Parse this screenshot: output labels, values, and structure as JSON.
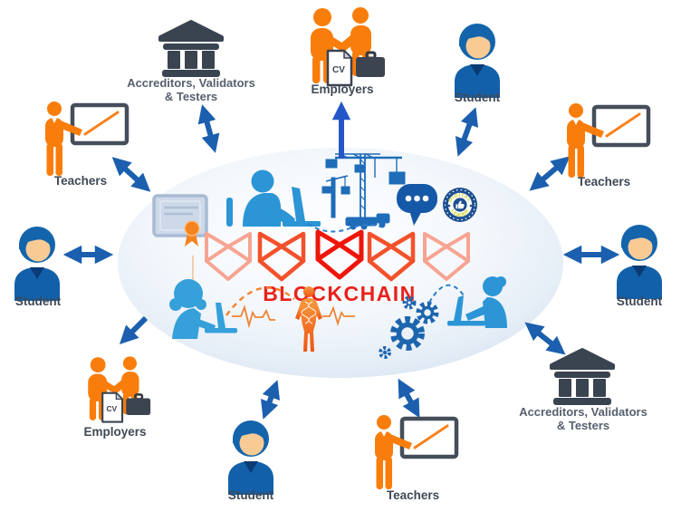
{
  "center": {
    "title": "BLOCKCHAIN",
    "badge": {
      "top": "DIGITAL",
      "bottom": "LEADER"
    },
    "icons": [
      "certificate-icon",
      "person-at-laptop-icon",
      "construction-crane-icon",
      "chat-bubble-icon",
      "digital-leader-badge-icon",
      "blockchain-cubes-icon",
      "woman-at-laptop-icon",
      "human-body-dna-icon",
      "ecg-heartbeat-icon",
      "gears-icon",
      "person-at-laptop-right-icon"
    ]
  },
  "labels": {
    "employers": "Employers",
    "student": "Student",
    "teachers": "Teachers",
    "accreditors_line1": "Accreditors, Validators",
    "accreditors_line2": "& Testers",
    "cv": "CV"
  },
  "nodes": [
    {
      "position": "top-left-center",
      "type": "accreditors",
      "icon": "bank-icon"
    },
    {
      "position": "top-center",
      "type": "employers",
      "icon": "handshake-cv-briefcase-icon"
    },
    {
      "position": "top-right-center",
      "type": "student",
      "icon": "student-avatar-icon"
    },
    {
      "position": "right-upper",
      "type": "teachers",
      "icon": "teacher-whiteboard-icon"
    },
    {
      "position": "right-middle",
      "type": "student",
      "icon": "student-avatar-icon"
    },
    {
      "position": "bottom-right",
      "type": "accreditors",
      "icon": "bank-icon"
    },
    {
      "position": "bottom-right-center",
      "type": "teachers",
      "icon": "teacher-whiteboard-icon"
    },
    {
      "position": "bottom-center",
      "type": "student",
      "icon": "student-avatar-icon"
    },
    {
      "position": "bottom-left",
      "type": "employers",
      "icon": "handshake-cv-briefcase-icon"
    },
    {
      "position": "left-middle",
      "type": "student",
      "icon": "student-avatar-icon"
    },
    {
      "position": "top-left",
      "type": "teachers",
      "icon": "teacher-whiteboard-icon"
    }
  ],
  "arrows": [
    {
      "from": "blockchain",
      "to": "accreditors-top",
      "bidirectional": true
    },
    {
      "from": "blockchain",
      "to": "employers-top",
      "bidirectional": false
    },
    {
      "from": "blockchain",
      "to": "student-top",
      "bidirectional": true
    },
    {
      "from": "blockchain",
      "to": "teachers-right",
      "bidirectional": true
    },
    {
      "from": "blockchain",
      "to": "student-right",
      "bidirectional": true
    },
    {
      "from": "blockchain",
      "to": "accreditors-bottom",
      "bidirectional": true
    },
    {
      "from": "blockchain",
      "to": "teachers-bottom",
      "bidirectional": true
    },
    {
      "from": "blockchain",
      "to": "student-bottom",
      "bidirectional": true
    },
    {
      "from": "blockchain",
      "to": "employers-bottom",
      "bidirectional": false
    },
    {
      "from": "blockchain",
      "to": "student-left",
      "bidirectional": true
    },
    {
      "from": "blockchain",
      "to": "teachers-top-left",
      "bidirectional": true
    }
  ],
  "colors": {
    "orange_figure": "#F97D0B",
    "person_silhouette_blue": "#2B95D6",
    "student_body_blue": "#1360AA",
    "arrow_blue": "#1B5FAE",
    "arrow_royal_blue": "#2456C8",
    "label_dark": "#3F4956",
    "label_muted": "#56606E",
    "slate_icon": "#3A4350",
    "blockchain_red": "#E9211A",
    "cube_light": "#F7A492",
    "cube_mid": "#F3512B",
    "cube_vivid": "#EE1509",
    "skin": "#F8CB95",
    "ellipse_edge": "#D9E5F2",
    "certificate_fill": "#CDD9E9",
    "seal_orange": "#F5831E"
  }
}
